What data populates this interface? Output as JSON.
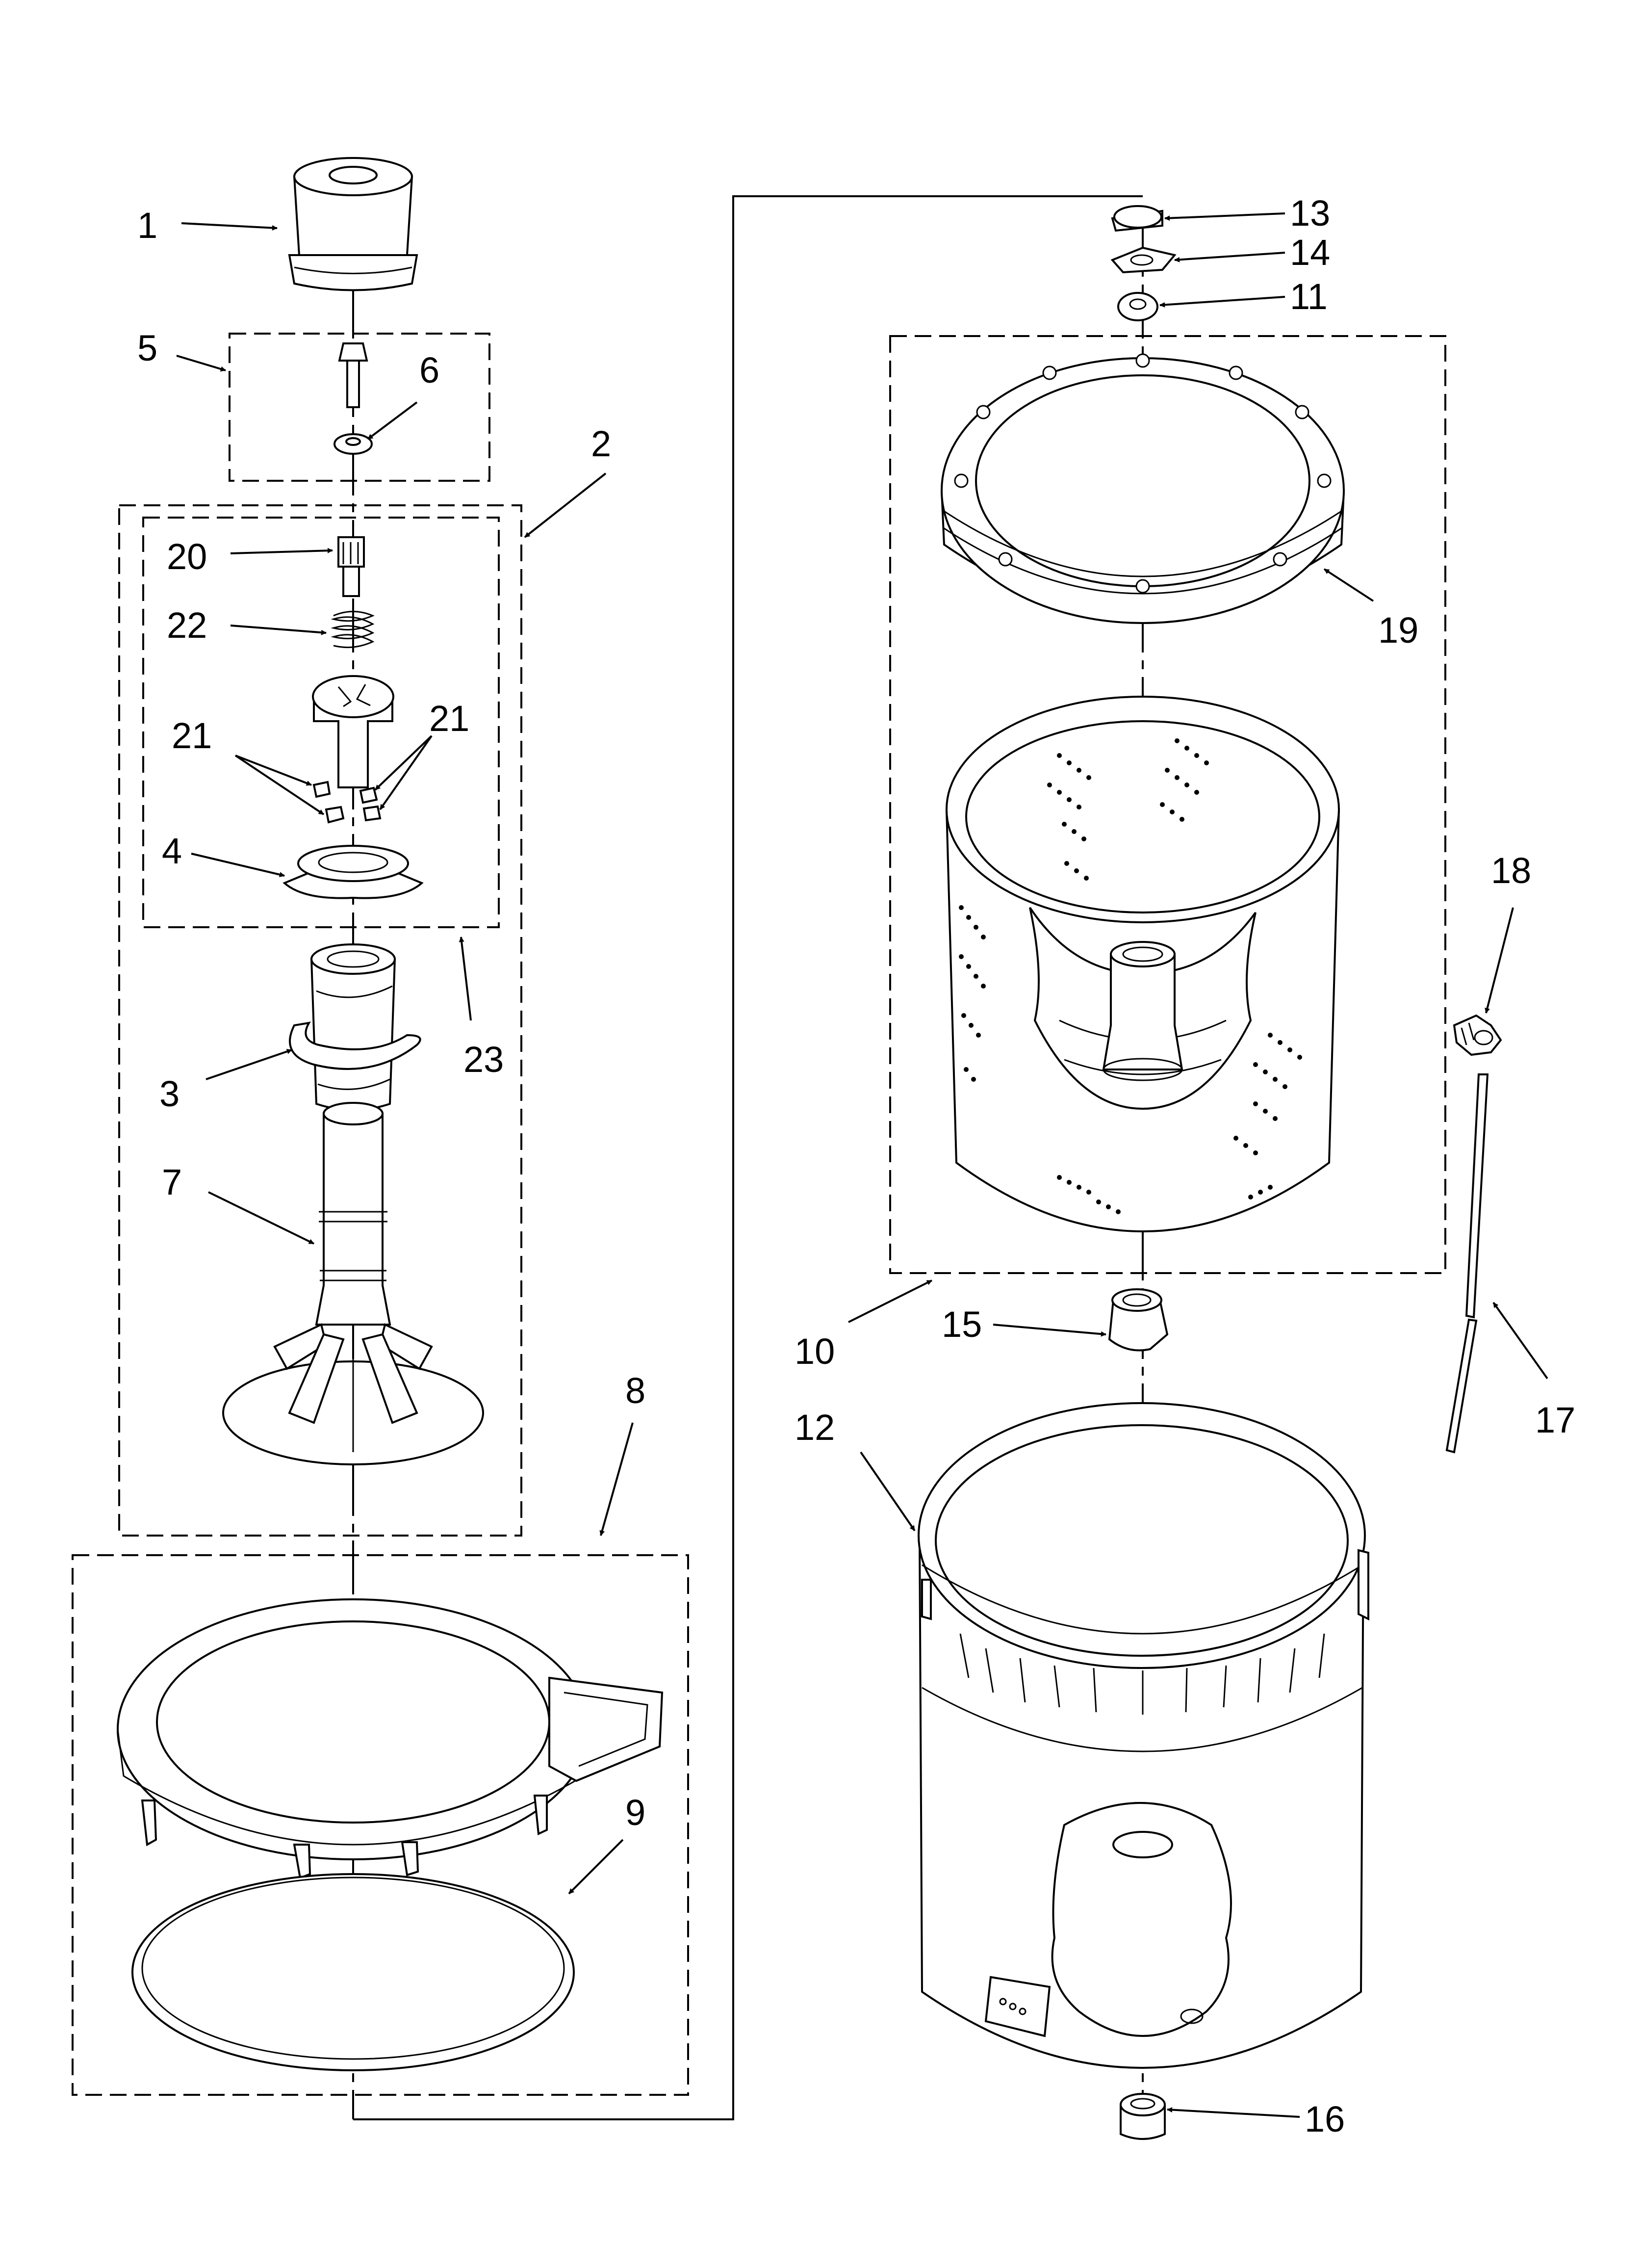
{
  "callouts": [
    "1",
    "2",
    "3",
    "4",
    "5",
    "6",
    "7",
    "8",
    "9",
    "10",
    "11",
    "12",
    "13",
    "14",
    "15",
    "16",
    "17",
    "18",
    "19",
    "20",
    "21",
    "21",
    "22",
    "23"
  ],
  "colors": {
    "line": "#000000",
    "background": "#ffffff"
  }
}
